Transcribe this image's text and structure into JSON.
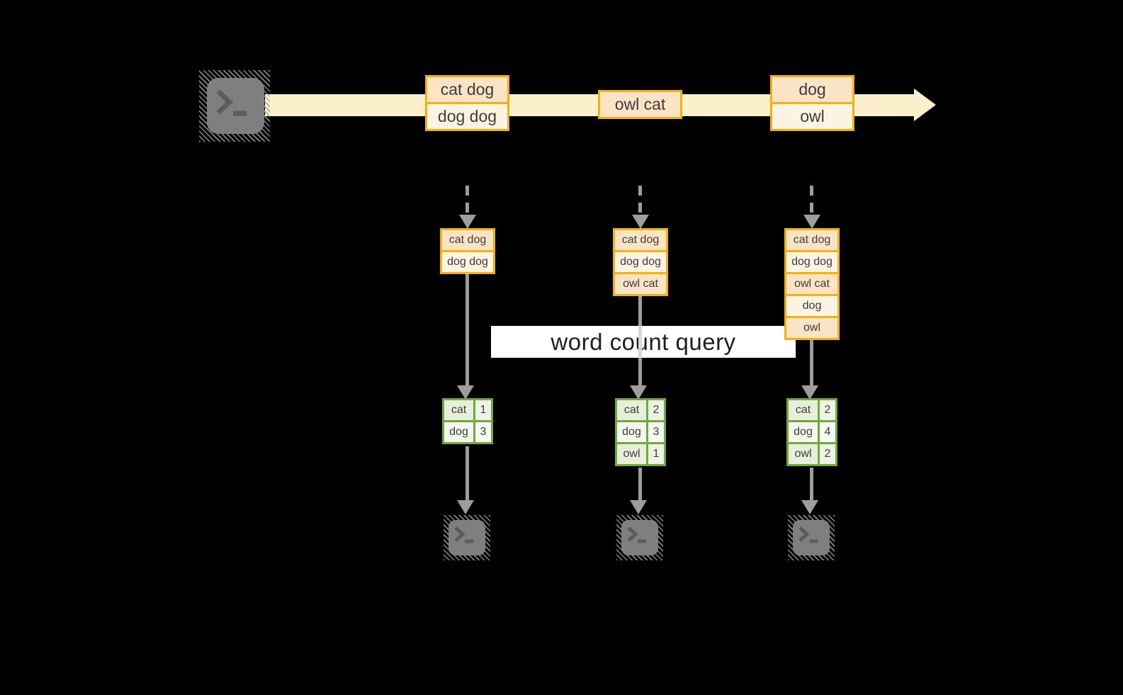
{
  "diagram": {
    "banner_label": "word count query",
    "stream_events": [
      {
        "rows": [
          "cat dog",
          "dog dog"
        ]
      },
      {
        "rows": [
          "owl cat"
        ]
      },
      {
        "rows": [
          "dog",
          "owl"
        ]
      }
    ],
    "snapshots": [
      {
        "state_rows": [
          "cat dog",
          "dog dog"
        ],
        "counts": [
          {
            "word": "cat",
            "count": "1"
          },
          {
            "word": "dog",
            "count": "3"
          }
        ]
      },
      {
        "state_rows": [
          "cat dog",
          "dog dog",
          "owl cat"
        ],
        "counts": [
          {
            "word": "cat",
            "count": "2"
          },
          {
            "word": "dog",
            "count": "3"
          },
          {
            "word": "owl",
            "count": "1"
          }
        ]
      },
      {
        "state_rows": [
          "cat dog",
          "dog dog",
          "owl cat",
          "dog",
          "owl"
        ],
        "counts": [
          {
            "word": "cat",
            "count": "2"
          },
          {
            "word": "dog",
            "count": "4"
          },
          {
            "word": "owl",
            "count": "2"
          }
        ]
      }
    ],
    "colors": {
      "amber_border": "#f2b10c",
      "row_peach": "#fbe3c5",
      "row_cream": "#fdf3e2",
      "stream_band": "#fbf0cb",
      "green_border": "#72a83e",
      "green_cell": "#e7efda",
      "green_cell_light": "#f3f7ed",
      "green_value": "#eef4e5",
      "green_value_light": "#f7faf3",
      "arrow_gray": "#9d9d9d",
      "terminal_gray": "#7f7f7f",
      "text_dark": "#3d3d3d"
    }
  }
}
